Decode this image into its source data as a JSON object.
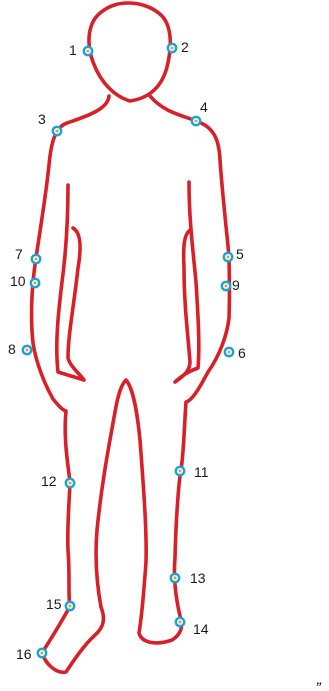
{
  "figure": {
    "outline_color": "#d92028",
    "marker_ring_color": "#1ba3d6",
    "marker_center_color": "#e8a21a",
    "label_color": "#1a1a1a",
    "trailing_mark": "„"
  },
  "markers": [
    {
      "id": "1",
      "label": "1"
    },
    {
      "id": "2",
      "label": "2"
    },
    {
      "id": "3",
      "label": "3"
    },
    {
      "id": "4",
      "label": "4"
    },
    {
      "id": "5",
      "label": "5"
    },
    {
      "id": "6",
      "label": "6"
    },
    {
      "id": "7",
      "label": "7"
    },
    {
      "id": "8",
      "label": "8"
    },
    {
      "id": "9",
      "label": "9"
    },
    {
      "id": "10",
      "label": "10"
    },
    {
      "id": "11",
      "label": "11"
    },
    {
      "id": "12",
      "label": "12"
    },
    {
      "id": "13",
      "label": "13"
    },
    {
      "id": "14",
      "label": "14"
    },
    {
      "id": "15",
      "label": "15"
    },
    {
      "id": "16",
      "label": "16"
    }
  ]
}
